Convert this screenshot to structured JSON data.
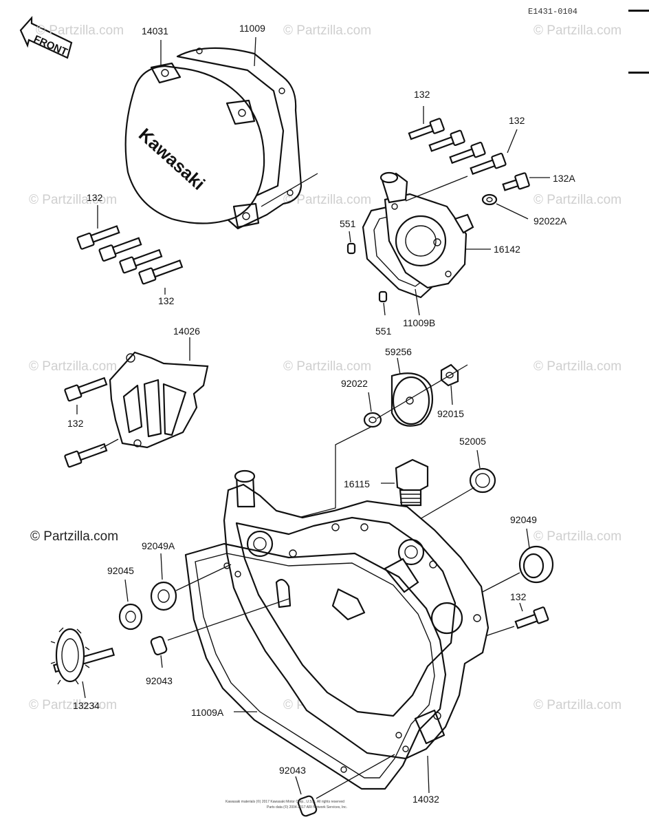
{
  "diagram_ref": "E1431-0104",
  "front_label": "FRONT",
  "brand_text": "Kawasaki",
  "watermark": "© Partzilla.com",
  "copyright_lines": [
    "Kawasaki materials (©) 2017 Kawasaki Motor Corp., U.S.A. All rights reserved",
    "Parts data (©) 2004-2017 ARI Network Services, Inc."
  ],
  "callouts": {
    "c14031": "14031",
    "c11009": "11009",
    "c132_tr1": "132",
    "c132_tr2": "132",
    "c132A": "132A",
    "c92022A": "92022A",
    "c16142": "16142",
    "c551a": "551",
    "c551b": "551",
    "c11009B": "11009B",
    "c132_l1": "132",
    "c132_l2": "132",
    "c14026": "14026",
    "c132_m": "132",
    "c59256": "59256",
    "c92022": "92022",
    "c92015": "92015",
    "c52005": "52005",
    "c16115": "16115",
    "c92049": "92049",
    "c92049A": "92049A",
    "c92045": "92045",
    "c132_r": "132",
    "c92043a": "92043",
    "c13234": "13234",
    "c11009A": "11009A",
    "c92043b": "92043",
    "c14032": "14032"
  }
}
